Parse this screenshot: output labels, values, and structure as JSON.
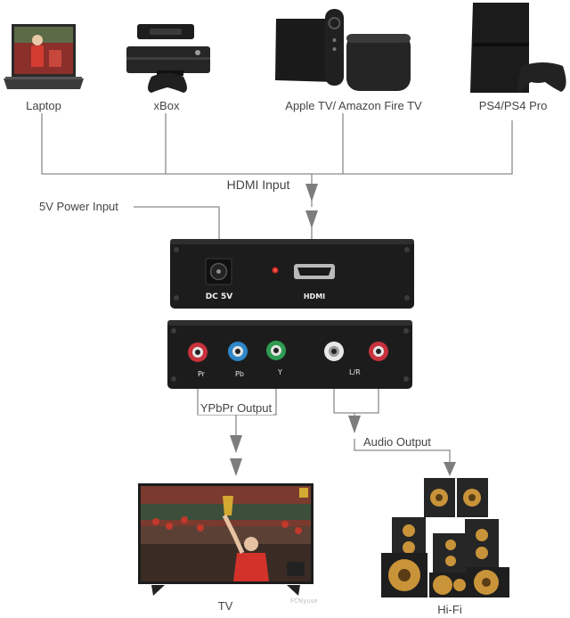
{
  "sources": {
    "laptop": "Laptop",
    "xbox": "xBox",
    "appletv": "Apple TV/ Amazon Fire TV",
    "ps4": "PS4/PS4 Pro"
  },
  "hdmi_input": "HDMI Input",
  "power_input": "5V Power Input",
  "front_panel": {
    "dc": "DC 5V",
    "hdmi": "HDMI"
  },
  "rear_panel": {
    "pr": "Pr",
    "pb": "Pb",
    "y": "Y",
    "lr": "L/R"
  },
  "ypbpr_output": "YPbPr Output",
  "audio_output": "Audio Output",
  "tv": "TV",
  "hifi": "Hi-Fi",
  "tv_watermark": "FCNyuse",
  "colors": {
    "line": "#8c8c8c",
    "box": "#1c1c1c",
    "red": "#c8323c",
    "blue": "#2f86c9",
    "green": "#2f9b52",
    "white": "#e8e8e8"
  }
}
